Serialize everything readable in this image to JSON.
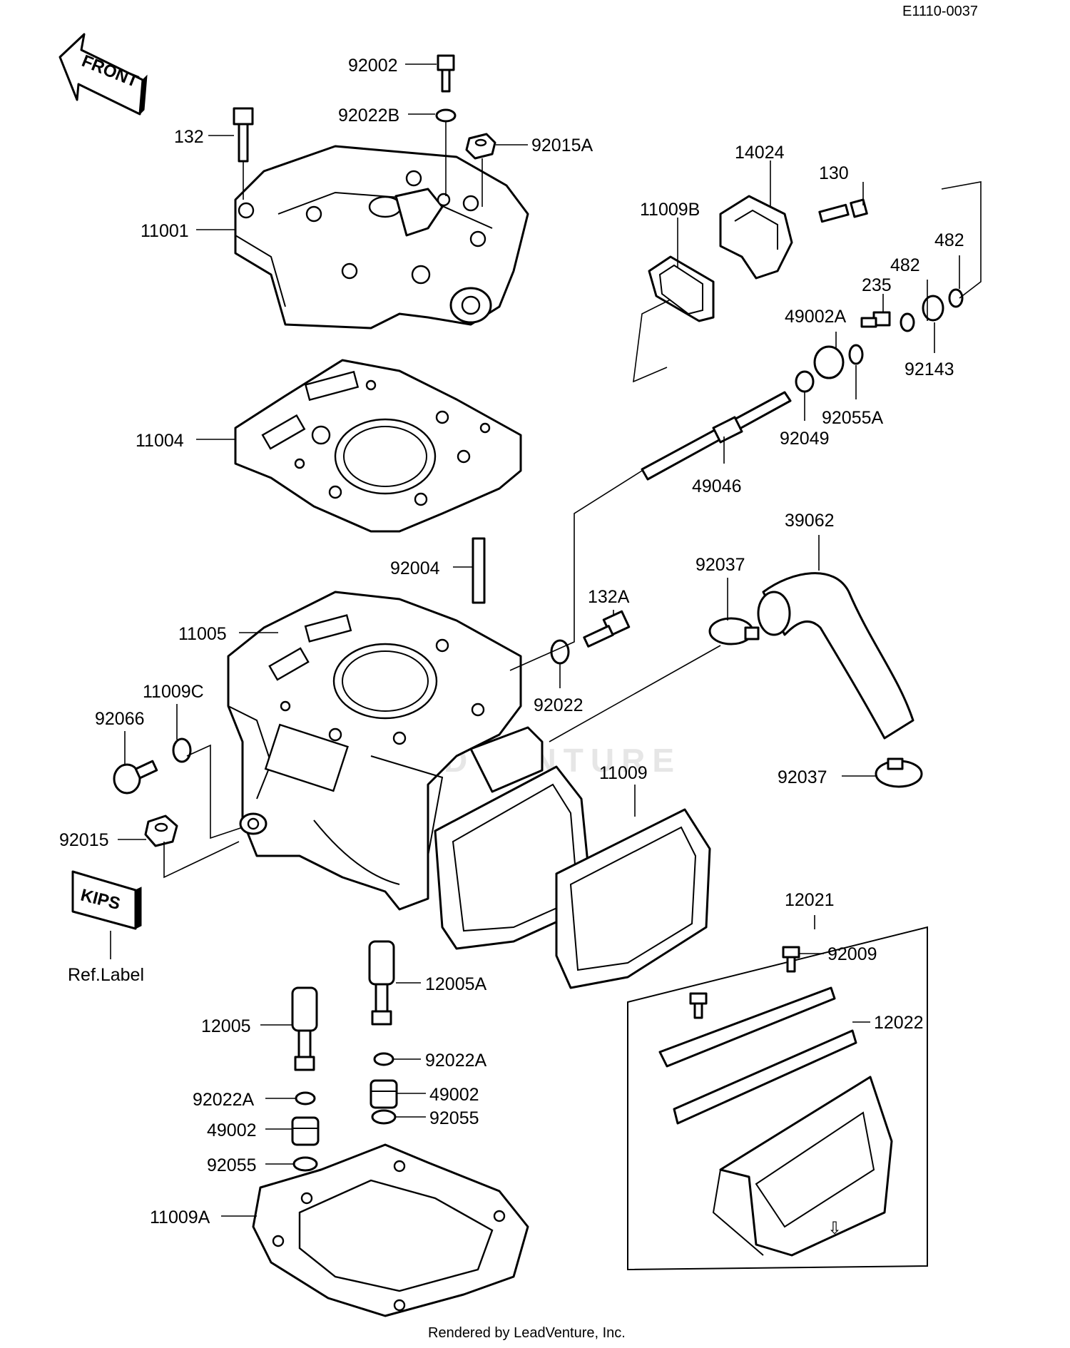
{
  "diagram": {
    "code": "E1110-0037",
    "footer": "Rendered by LeadVenture, Inc.",
    "watermark": "LEADVENTURE",
    "front_arrow": "FRONT",
    "kips_badge": "KIPS",
    "ref_label": "Ref.Label",
    "parts": {
      "p92002": "92002",
      "p92022B": "92022B",
      "p92015A": "92015A",
      "p132": "132",
      "p11001": "11001",
      "p14024": "14024",
      "p130": "130",
      "p11009B": "11009B",
      "p482a": "482",
      "p482b": "482",
      "p235": "235",
      "p49002A": "49002A",
      "p92143": "92143",
      "p92055A": "92055A",
      "p92049": "92049",
      "p11004": "11004",
      "p49046": "49046",
      "p39062": "39062",
      "p92004": "92004",
      "p92037a": "92037",
      "p132A": "132A",
      "p11005": "11005",
      "p11009C": "11009C",
      "p92066": "92066",
      "p92022": "92022",
      "p11009": "11009",
      "p92037b": "92037",
      "p92015": "92015",
      "p12021": "12021",
      "p92009": "92009",
      "p12022": "12022",
      "p12005A": "12005A",
      "p12005": "12005",
      "p92022Aa": "92022A",
      "p92022Ab": "92022A",
      "p49002a": "49002",
      "p49002b": "49002",
      "p92055a": "92055",
      "p92055b": "92055",
      "p11009A": "11009A"
    }
  }
}
